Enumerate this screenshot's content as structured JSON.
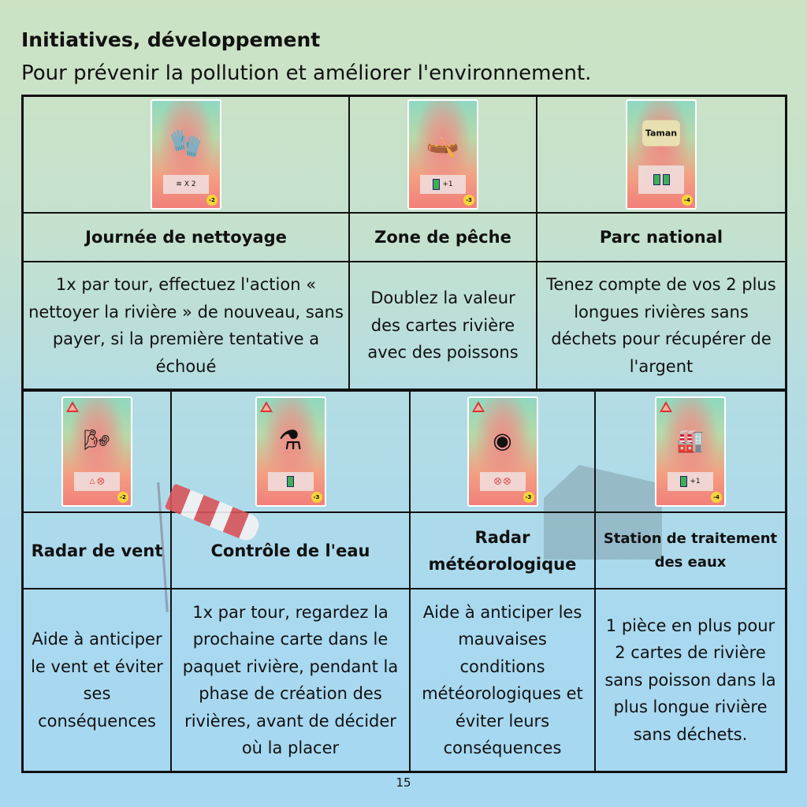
{
  "header": {
    "title": "Initiatives, développement",
    "subtitle": "Pour prévenir la pollution et améliorer l'environnement."
  },
  "top": [
    {
      "title": "Journée de nettoyage",
      "desc": "1x par tour, effectuez l'action « nettoyer la rivière » de nouveau, sans payer, si la première tentative a échoué",
      "cost": "-2",
      "panel": "X 2",
      "icon": "cleanup-bag-icon"
    },
    {
      "title": "Zone de pêche",
      "desc": "Doublez la valeur des cartes rivière avec des poissons",
      "cost": "-3",
      "panel": "+1",
      "icon": "fishing-boat-icon"
    },
    {
      "title": "Parc national",
      "desc": "Tenez compte de vos 2 plus longues rivières sans déchets pour récupérer de l'argent",
      "cost": "-4",
      "logo": "Taman",
      "icon": "park-badge-icon"
    }
  ],
  "bottom": [
    {
      "title": "Radar de vent",
      "desc": "Aide à anticiper le vent et éviter ses conséquences",
      "cost": "-2",
      "icon": "anemometer-icon"
    },
    {
      "title": "Contrôle de l'eau",
      "desc": "1x par tour, regardez la prochaine carte dans le paquet rivière, pendant la phase de création des rivières, avant de décider où la placer",
      "cost": "-3",
      "icon": "flask-icon"
    },
    {
      "title": "Radar météorologique",
      "desc": "Aide à anticiper les mauvaises conditions météorologiques et éviter leurs conséquences",
      "cost": "-3",
      "icon": "weather-radar-icon"
    },
    {
      "title": "Station de traitement des eaux",
      "desc": "1 pièce en plus pour 2 cartes de rivière sans poisson dans la plus longue rivière sans déchets.",
      "cost": "-4",
      "panel": "+1",
      "icon": "water-plant-icon"
    }
  ],
  "page_number": "15"
}
